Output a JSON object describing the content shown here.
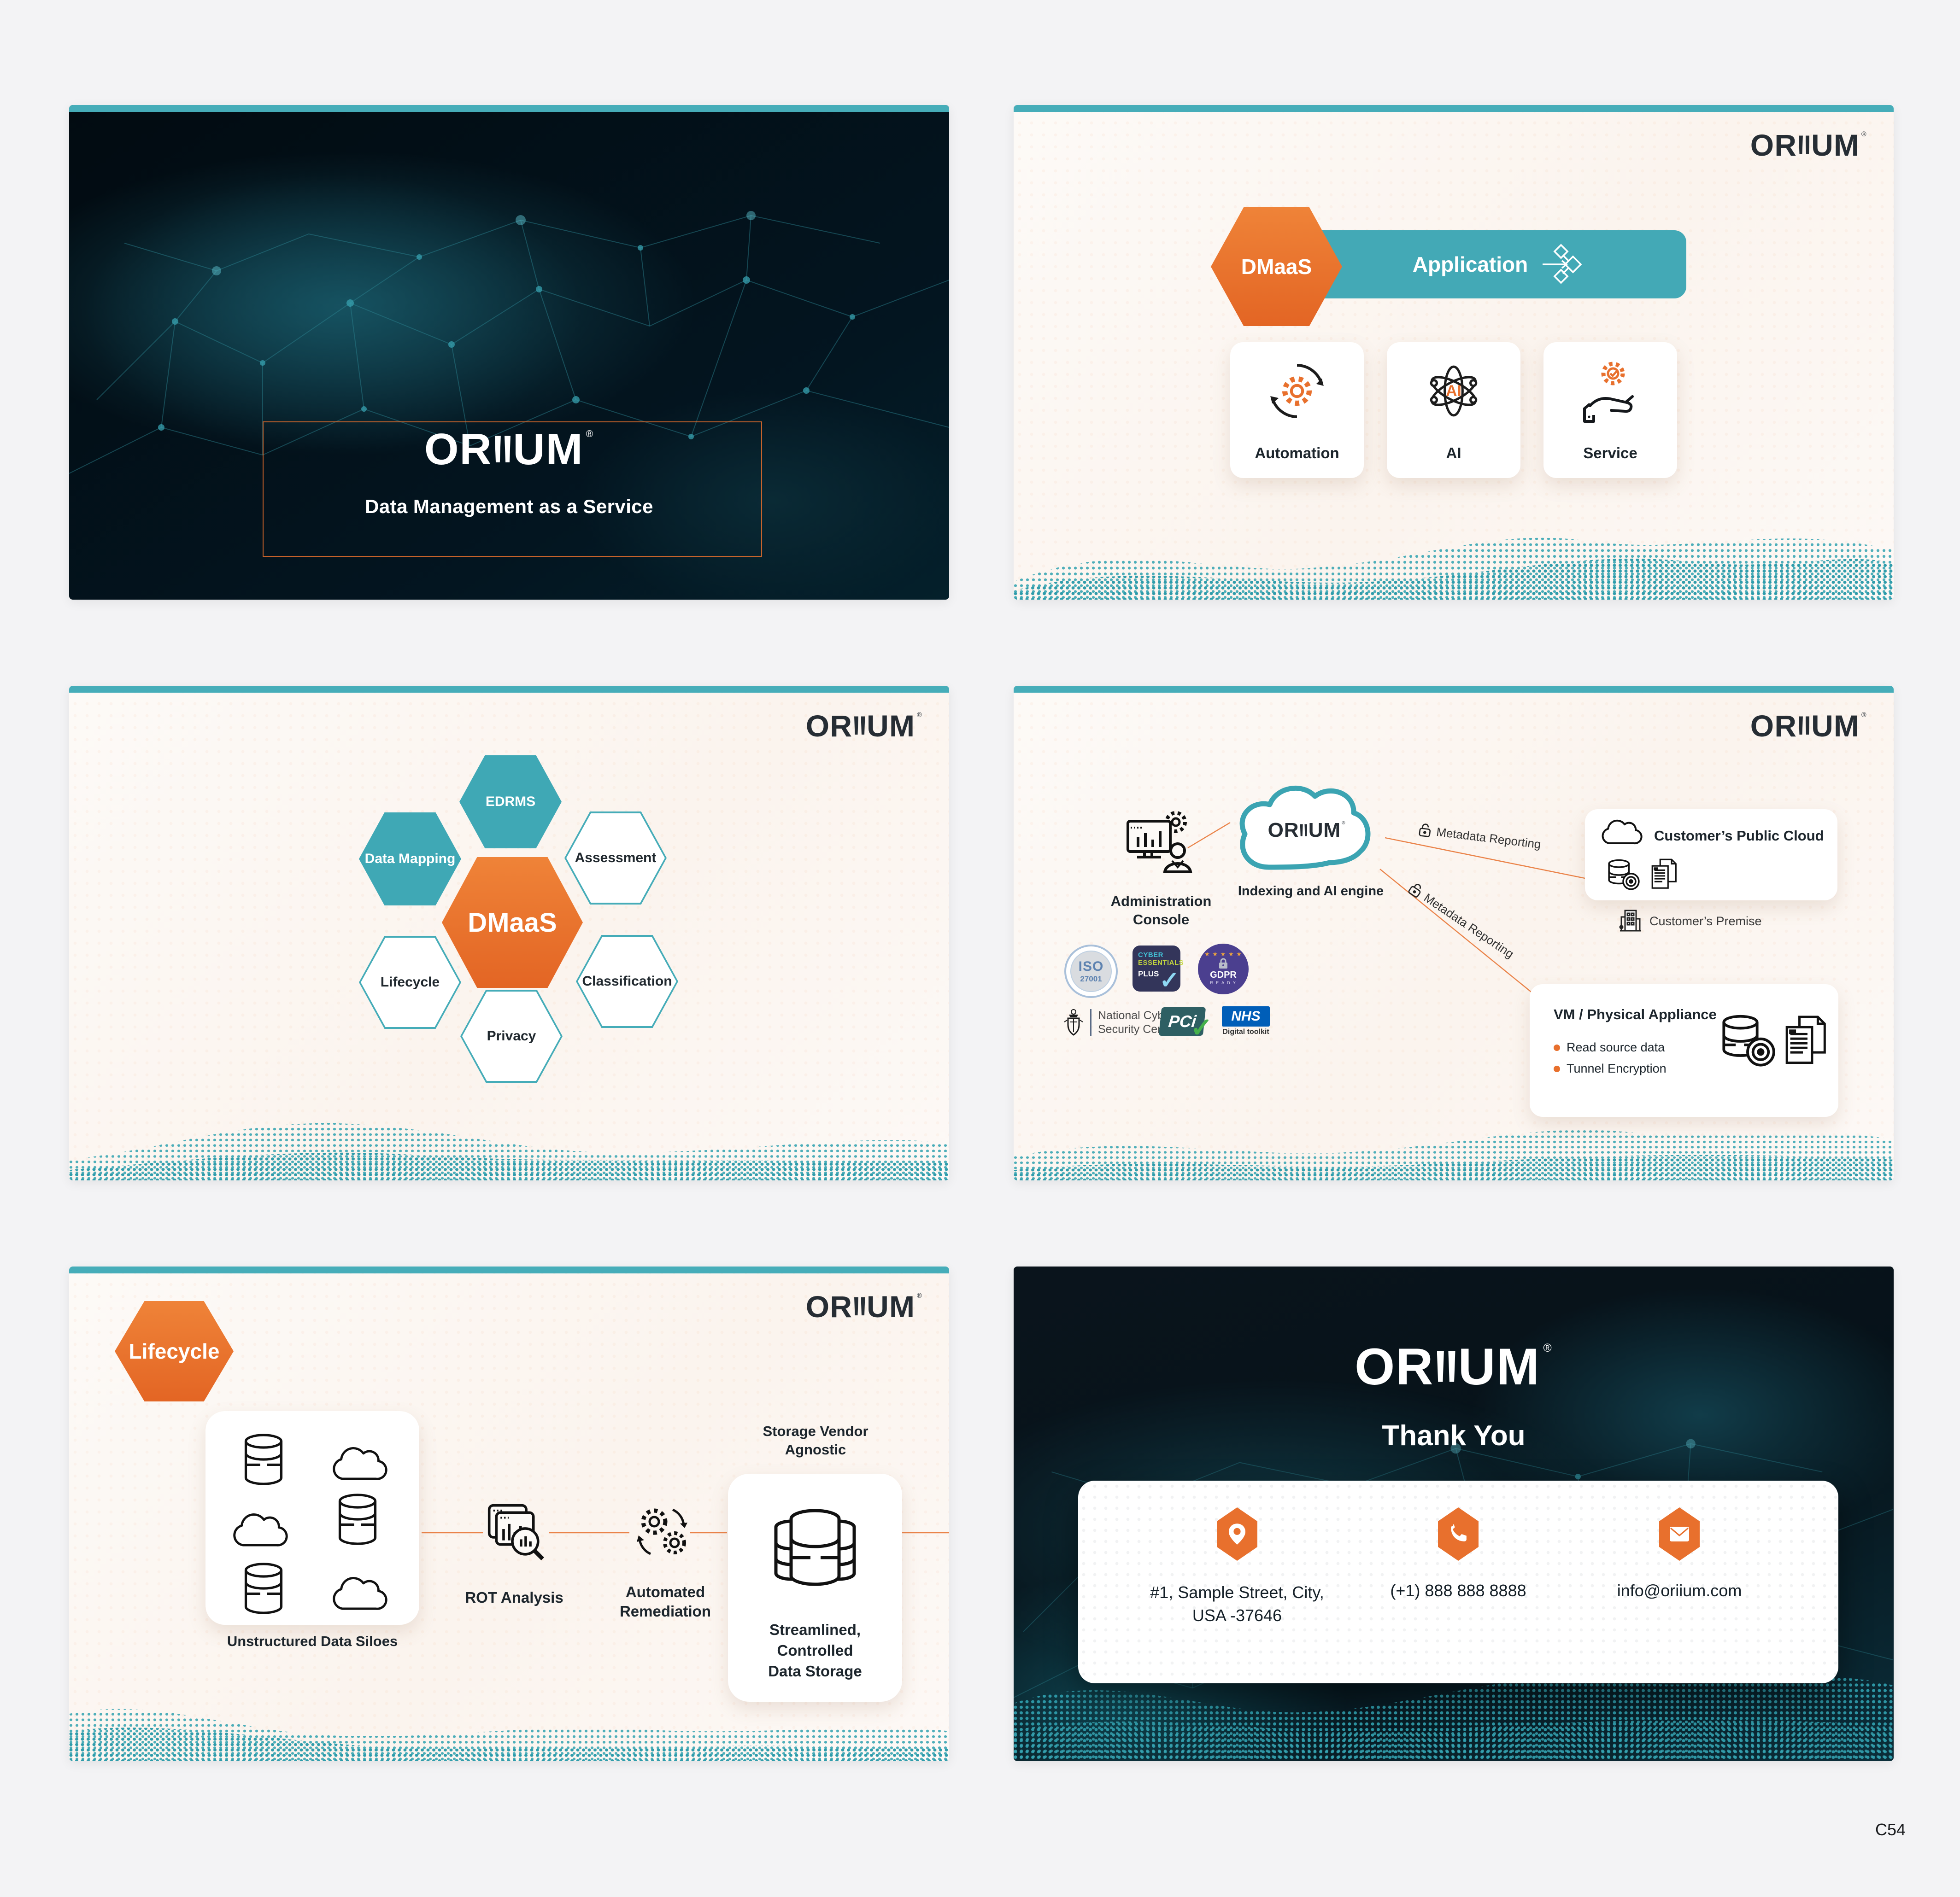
{
  "page": {
    "label": "C54"
  },
  "brand": {
    "or": "OR",
    "um": "UM",
    "reg": "®",
    "teal": "#46adb9",
    "orange": "#e8702d"
  },
  "slides": {
    "s1": {
      "subtitle": "Data Management as a Service"
    },
    "s2": {
      "hex": "DMaaS",
      "pill": "Application",
      "cards": [
        {
          "label": "Automation"
        },
        {
          "label": "AI",
          "icon_text": "AI"
        },
        {
          "label": "Service"
        }
      ]
    },
    "s3": {
      "hexes": [
        {
          "label": "EDRMS"
        },
        {
          "label": "Data Mapping"
        },
        {
          "label": "Assessment"
        },
        {
          "label": "DMaaS"
        },
        {
          "label": "Lifecycle"
        },
        {
          "label": "Classification"
        },
        {
          "label": "Privacy"
        }
      ]
    },
    "s4": {
      "admin1": "Administration",
      "admin2": "Console",
      "engine": "Indexing and AI engine",
      "meta1": "Metadata Reporting",
      "meta2": "Metadata Reporting",
      "cloud_card": "Customer’s Public Cloud",
      "premise": "Customer’s Premise",
      "vm_title": "VM / Physical Appliance",
      "vm_b1": "Read source data",
      "vm_b2": "Tunnel Encryption",
      "badges": {
        "iso_top": "ISO",
        "iso_num": "27001",
        "ce1": "CYBER",
        "ce2": "ESSENTIALS",
        "ce3": "PLUS",
        "ce_check": "✓",
        "gdpr_stars": "★ ★ ★ ★ ★",
        "gdpr1": "GDPR",
        "gdpr2": "R E A D Y",
        "ncsc1": "National Cyber",
        "ncsc2": "Security Centre",
        "pci": "PCi",
        "pci_check": "✓",
        "nhs": "NHS",
        "nhs_sub": "Digital toolkit"
      }
    },
    "s5": {
      "hex": "Lifecycle",
      "siloes": "Unstructured Data Siloes",
      "rot": "ROT Analysis",
      "rem1": "Automated",
      "rem2": "Remediation",
      "vendor1": "Storage Vendor",
      "vendor2": "Agnostic",
      "store1": "Streamlined,",
      "store2": "Controlled",
      "store3": "Data Storage"
    },
    "s6": {
      "title": "Thank You",
      "address1": "#1, Sample Street, City,",
      "address2": "USA -37646",
      "phone": "(+1) 888 888 8888",
      "email": "info@oriium.com"
    }
  }
}
